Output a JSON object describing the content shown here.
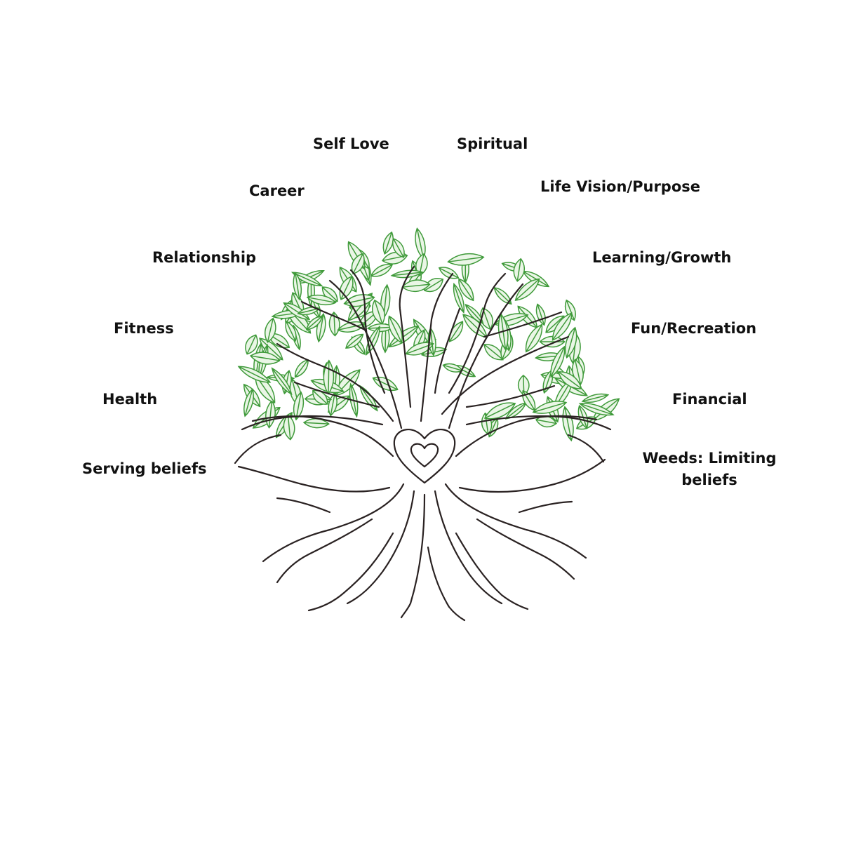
{
  "colors": {
    "leaf_stroke": "#3f9a3a",
    "leaf_fill": "#eaf6e6",
    "trunk_stroke": "#2a2222",
    "text": "#111111"
  },
  "icons": {
    "tree": "tree-of-life-icon",
    "heart": "heart-icon"
  },
  "labels": {
    "self_love": "Self Love",
    "spiritual": "Spiritual",
    "career": "Career",
    "life_vision": "Life Vision/Purpose",
    "relationship": "Relationship",
    "learning": "Learning/Growth",
    "fitness": "Fitness",
    "fun": "Fun/Recreation",
    "health": "Health",
    "financial": "Financial",
    "serving_beliefs": "Serving beliefs",
    "weeds": "Weeds: Limiting beliefs"
  }
}
